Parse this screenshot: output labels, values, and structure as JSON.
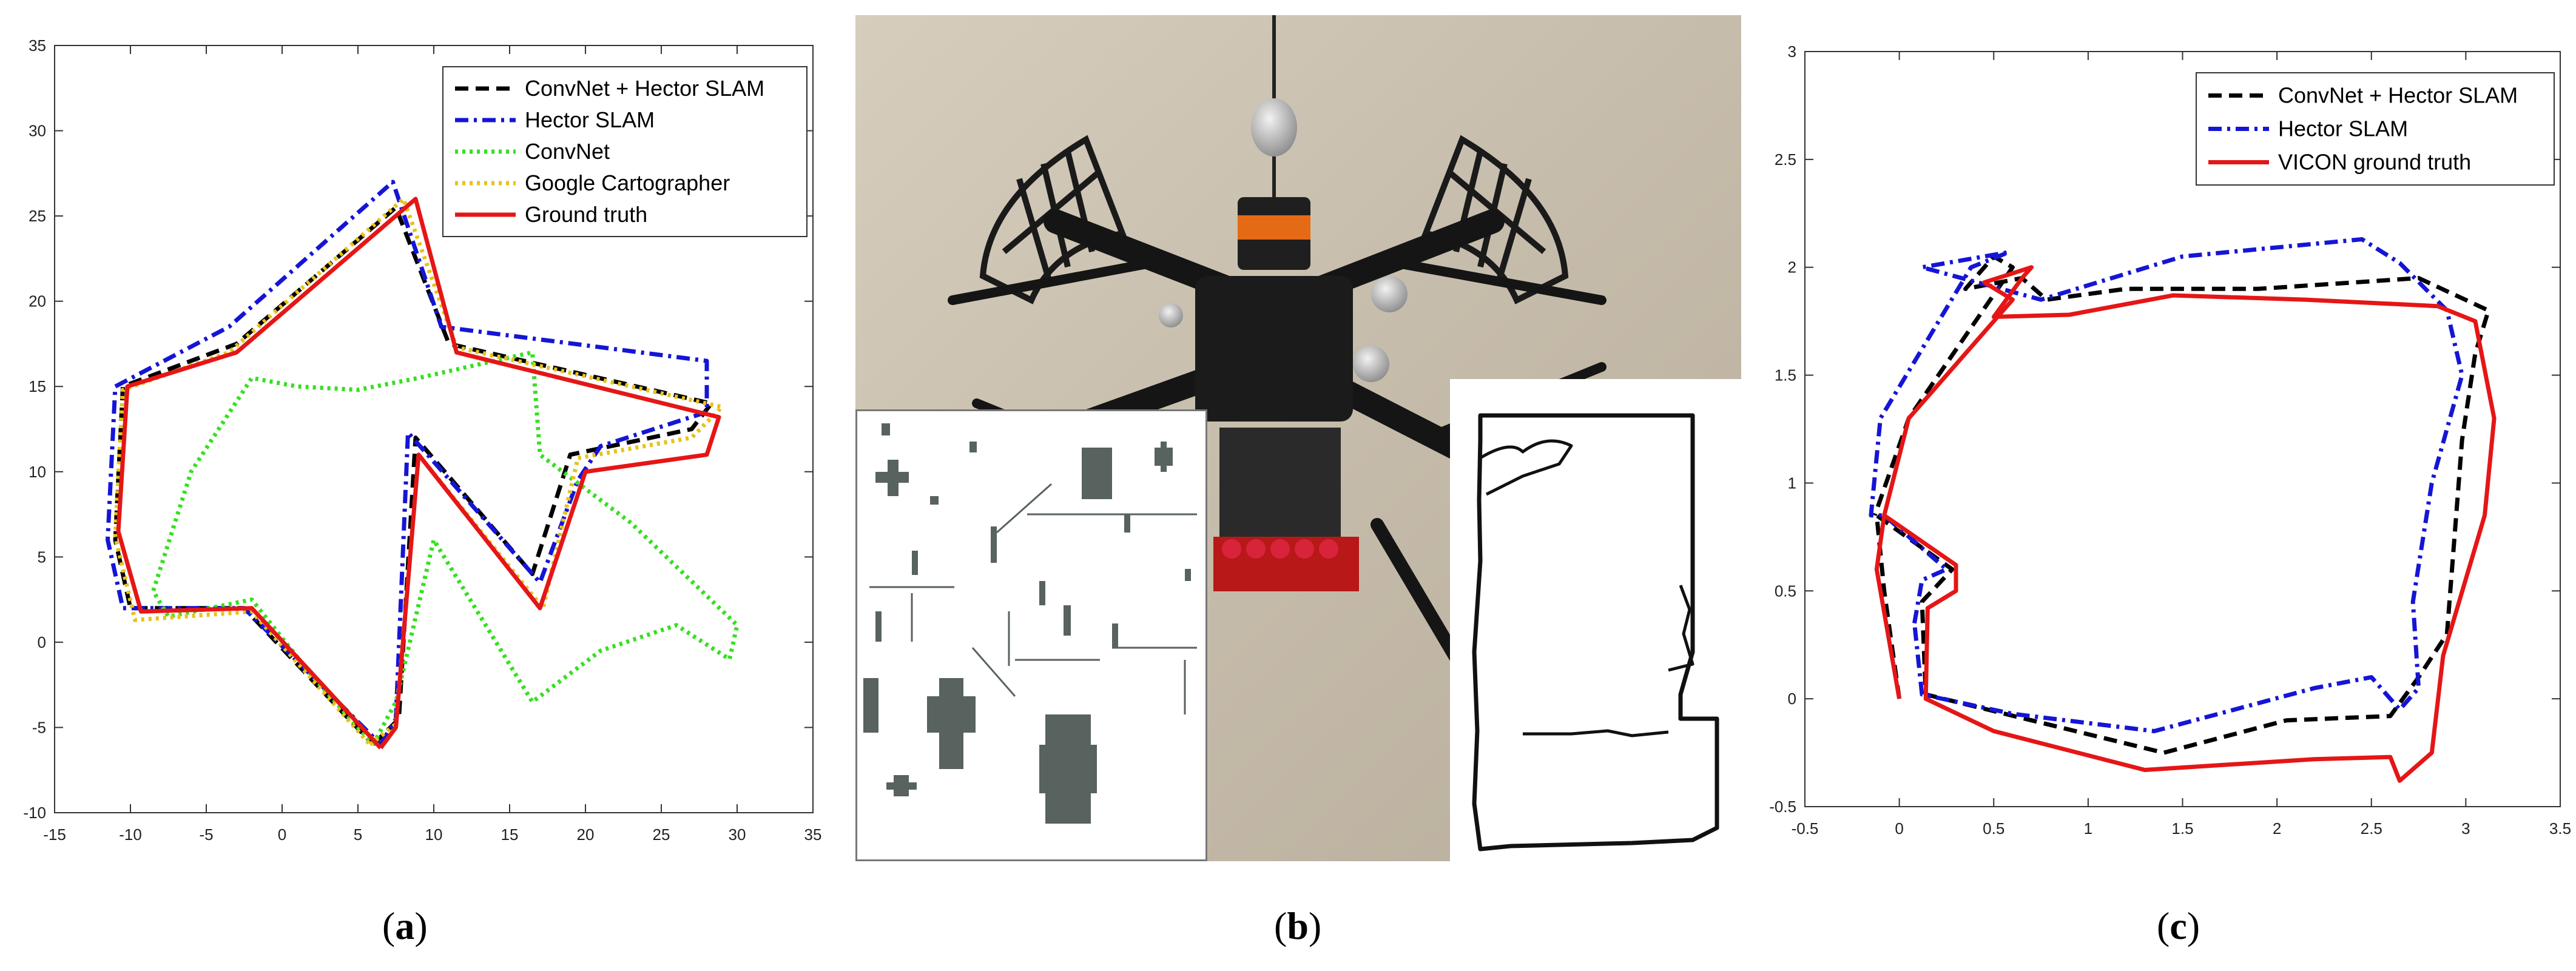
{
  "colors": {
    "black": "#000000",
    "blue": "#1515d6",
    "green": "#36e01f",
    "yellow": "#e8c21a",
    "red": "#e51616",
    "obstacle": "#58625f",
    "floor": "#c9bfae"
  },
  "captions": {
    "a": "a",
    "b": "b",
    "c": "c"
  },
  "chart_data": [
    {
      "type": "line",
      "panel": "a",
      "title": "",
      "xlabel": "",
      "ylabel": "",
      "xlim": [
        -15,
        35
      ],
      "ylim": [
        -10,
        35
      ],
      "xticks": [
        -15,
        -10,
        -5,
        0,
        5,
        10,
        15,
        20,
        25,
        30,
        35
      ],
      "yticks": [
        -10,
        -5,
        0,
        5,
        10,
        15,
        20,
        25,
        30,
        35
      ],
      "grid": false,
      "legend_position": "top-right",
      "series": [
        {
          "name": "ConvNet + Hector SLAM",
          "color_key": "black",
          "dash": "dashed",
          "points": [
            [
              6,
              -6
            ],
            [
              7.7,
              -4.5
            ],
            [
              8.8,
              12
            ],
            [
              16.5,
              4
            ],
            [
              19,
              11
            ],
            [
              27,
              12.5
            ],
            [
              28.3,
              14
            ],
            [
              11,
              17.5
            ],
            [
              7.5,
              25.5
            ],
            [
              -3,
              17.5
            ],
            [
              -10.5,
              15
            ],
            [
              -11,
              6
            ],
            [
              -10,
              2
            ],
            [
              -2.5,
              2
            ],
            [
              6,
              -6
            ]
          ]
        },
        {
          "name": "Hector SLAM",
          "color_key": "blue",
          "dash": "dashdot",
          "points": [
            [
              6.5,
              -6
            ],
            [
              7.5,
              -4.5
            ],
            [
              8.3,
              12.3
            ],
            [
              17,
              3.5
            ],
            [
              19.5,
              9.5
            ],
            [
              21,
              11.5
            ],
            [
              28,
              13.5
            ],
            [
              28,
              16.5
            ],
            [
              10.5,
              18.5
            ],
            [
              7.3,
              27
            ],
            [
              -3.5,
              18.5
            ],
            [
              -11,
              15
            ],
            [
              -11.5,
              6
            ],
            [
              -10.5,
              2
            ],
            [
              -2.5,
              2
            ],
            [
              6.5,
              -6
            ]
          ]
        },
        {
          "name": "ConvNet",
          "color_key": "green",
          "dash": "dotted",
          "points": [
            [
              6,
              -6
            ],
            [
              7.5,
              -3.5
            ],
            [
              10,
              6
            ],
            [
              16.5,
              -3.5
            ],
            [
              21,
              -0.5
            ],
            [
              26,
              1
            ],
            [
              29.5,
              -1
            ],
            [
              30,
              1
            ],
            [
              23,
              7
            ],
            [
              17,
              11
            ],
            [
              16.5,
              17
            ],
            [
              9,
              15.5
            ],
            [
              5,
              14.8
            ],
            [
              1,
              15
            ],
            [
              -2,
              15.5
            ],
            [
              -6,
              10
            ],
            [
              -8.5,
              3
            ],
            [
              -7.5,
              1.5
            ],
            [
              -2,
              2.5
            ],
            [
              2,
              -2
            ],
            [
              6,
              -6
            ]
          ]
        },
        {
          "name": "Google Cartographer",
          "color_key": "yellow",
          "dash": "dotted",
          "points": [
            [
              5.8,
              -6
            ],
            [
              7.5,
              -4.8
            ],
            [
              9,
              11
            ],
            [
              17.2,
              2
            ],
            [
              19.5,
              10.8
            ],
            [
              27,
              12
            ],
            [
              29,
              13.8
            ],
            [
              11.5,
              17.3
            ],
            [
              8,
              26
            ],
            [
              -3.5,
              17
            ],
            [
              -10.5,
              14.8
            ],
            [
              -11,
              6.2
            ],
            [
              -9.7,
              1.3
            ],
            [
              -2,
              1.8
            ],
            [
              5.8,
              -6
            ]
          ]
        },
        {
          "name": "Ground truth",
          "color_key": "red",
          "dash": "solid",
          "points": [
            [
              6.5,
              -6.2
            ],
            [
              7.5,
              -5
            ],
            [
              9,
              11
            ],
            [
              17,
              2
            ],
            [
              20,
              10
            ],
            [
              28,
              11
            ],
            [
              28.8,
              13.2
            ],
            [
              11.5,
              17
            ],
            [
              8.8,
              26
            ],
            [
              -3,
              17
            ],
            [
              -10.2,
              15
            ],
            [
              -10.8,
              6.5
            ],
            [
              -9.3,
              1.8
            ],
            [
              -2,
              2
            ],
            [
              6.5,
              -6.2
            ]
          ]
        }
      ]
    },
    {
      "type": "line",
      "panel": "c",
      "title": "",
      "xlabel": "",
      "ylabel": "",
      "xlim": [
        -0.5,
        3.5
      ],
      "ylim": [
        -0.5,
        3
      ],
      "xticks": [
        -0.5,
        0,
        0.5,
        1,
        1.5,
        2,
        2.5,
        3,
        3.5
      ],
      "yticks": [
        -0.5,
        0,
        0.5,
        1,
        1.5,
        2,
        2.5,
        3
      ],
      "grid": false,
      "legend_position": "top-right",
      "series": [
        {
          "name": "ConvNet + Hector SLAM",
          "color_key": "black",
          "dash": "dashed",
          "points": [
            [
              0,
              0
            ],
            [
              -0.08,
              0.5
            ],
            [
              -0.12,
              0.85
            ],
            [
              0.28,
              0.6
            ],
            [
              0.12,
              0.45
            ],
            [
              0.14,
              0.02
            ],
            [
              1.4,
              -0.25
            ],
            [
              2.05,
              -0.1
            ],
            [
              2.6,
              -0.08
            ],
            [
              2.75,
              0.1
            ],
            [
              2.9,
              0.3
            ],
            [
              2.98,
              1.2
            ],
            [
              3.05,
              1.6
            ],
            [
              3.12,
              1.8
            ],
            [
              2.75,
              1.95
            ],
            [
              1.9,
              1.9
            ],
            [
              1.2,
              1.9
            ],
            [
              0.78,
              1.85
            ],
            [
              0.65,
              1.95
            ],
            [
              0.35,
              1.9
            ],
            [
              0.5,
              2.05
            ],
            [
              0.6,
              2.0
            ],
            [
              0.05,
              1.3
            ],
            [
              -0.13,
              0.85
            ]
          ]
        },
        {
          "name": "Hector SLAM",
          "color_key": "blue",
          "dash": "dashdot",
          "points": [
            [
              0.08,
              0.35
            ],
            [
              0.12,
              0.55
            ],
            [
              0.25,
              0.6
            ],
            [
              -0.08,
              0.85
            ],
            [
              -0.15,
              0.85
            ],
            [
              -0.1,
              1.3
            ],
            [
              0.38,
              2.0
            ],
            [
              0.58,
              2.07
            ],
            [
              0.12,
              2.0
            ],
            [
              0.75,
              1.85
            ],
            [
              1.5,
              2.05
            ],
            [
              2.45,
              2.13
            ],
            [
              2.65,
              2.02
            ],
            [
              2.9,
              1.8
            ],
            [
              2.98,
              1.5
            ],
            [
              2.82,
              1.0
            ],
            [
              2.72,
              0.45
            ],
            [
              2.75,
              0.05
            ],
            [
              2.65,
              -0.05
            ],
            [
              2.5,
              0.1
            ],
            [
              2.2,
              0.05
            ],
            [
              1.35,
              -0.15
            ],
            [
              0.6,
              -0.07
            ],
            [
              0.12,
              0.02
            ],
            [
              0.08,
              0.35
            ]
          ]
        },
        {
          "name": "VICON ground truth",
          "color_key": "red",
          "dash": "solid",
          "points": [
            [
              0,
              0
            ],
            [
              -0.12,
              0.6
            ],
            [
              -0.08,
              0.85
            ],
            [
              0.3,
              0.62
            ],
            [
              0.3,
              0.5
            ],
            [
              0.15,
              0.42
            ],
            [
              0.14,
              0.0
            ],
            [
              0.5,
              -0.15
            ],
            [
              1.3,
              -0.33
            ],
            [
              2.2,
              -0.28
            ],
            [
              2.6,
              -0.27
            ],
            [
              2.65,
              -0.38
            ],
            [
              2.82,
              -0.25
            ],
            [
              2.88,
              0.2
            ],
            [
              3.1,
              0.85
            ],
            [
              3.15,
              1.3
            ],
            [
              3.05,
              1.75
            ],
            [
              2.85,
              1.82
            ],
            [
              2.15,
              1.85
            ],
            [
              1.45,
              1.87
            ],
            [
              0.9,
              1.78
            ],
            [
              0.5,
              1.77
            ],
            [
              0.65,
              1.95
            ],
            [
              0.7,
              2.0
            ],
            [
              0.45,
              1.93
            ],
            [
              0.6,
              1.85
            ],
            [
              0.05,
              1.3
            ],
            [
              -0.08,
              0.85
            ]
          ]
        }
      ]
    }
  ]
}
